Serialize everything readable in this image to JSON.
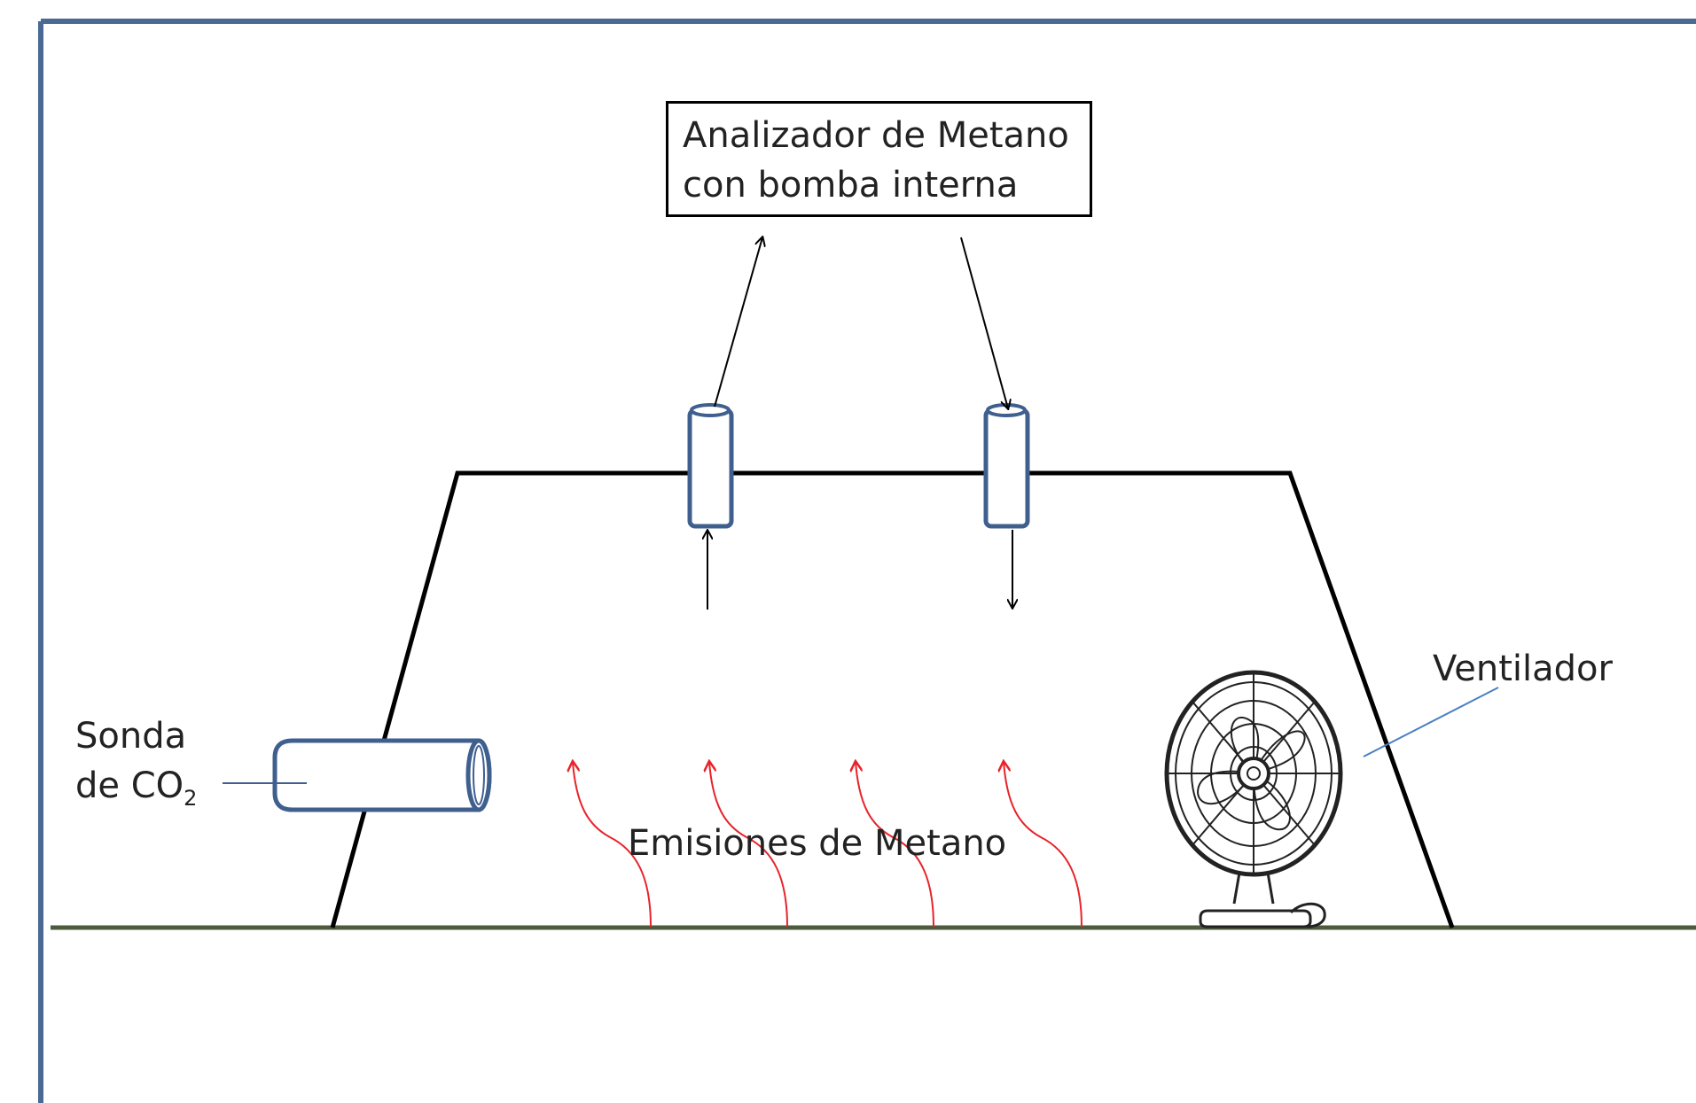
{
  "labels": {
    "analyzer_line1": "Analizador de Metano",
    "analyzer_line2": "con bomba interna",
    "probe_line1": "Sonda",
    "probe_line2_prefix": "de CO",
    "probe_line2_sub": "2",
    "fan": "Ventilador",
    "emissions": "Emisiones de Metano"
  },
  "colors": {
    "frame": "#4a6a93",
    "ground": "#4d5a3c",
    "chamber_outline": "#000000",
    "tube": "#3f5f8f",
    "emission_arrows": "#e8232a",
    "fan_leader": "#4a7fc0"
  },
  "icons": {
    "fan": "electric-fan-icon",
    "ports": "tube-port-icon",
    "probe": "co2-probe-icon"
  }
}
